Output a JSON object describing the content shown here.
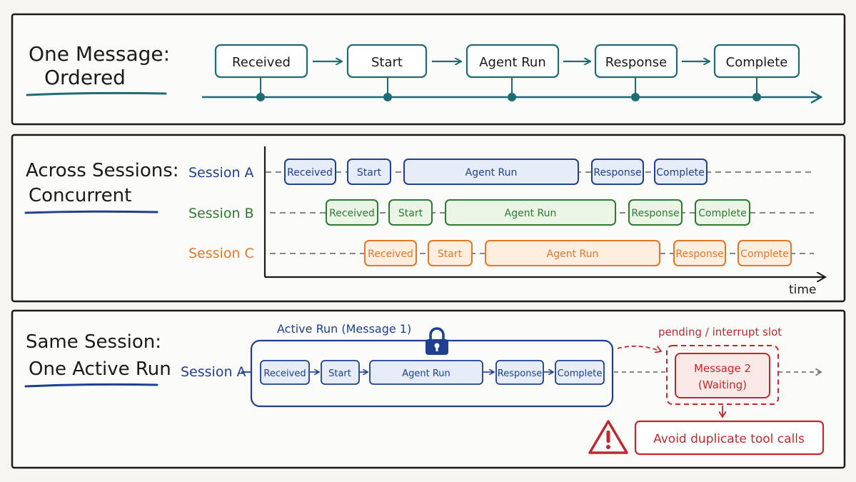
{
  "colors": {
    "teal": "#1d6b74",
    "blue": "#1f3f8f",
    "blue_fill": "#e6edf8",
    "green": "#2f7a32",
    "green_fill": "#eaf5e6",
    "orange": "#e2772a",
    "orange_fill": "#fdeee0",
    "red": "#c0282d",
    "red_fill": "#fbe9e7",
    "ink": "#1a1a1a",
    "grey": "#777777"
  },
  "panel1": {
    "title_line1": "One Message:",
    "title_line2": "Ordered",
    "steps": [
      "Received",
      "Start",
      "Agent Run",
      "Response",
      "Complete"
    ]
  },
  "panel2": {
    "title_line1": "Across Sessions:",
    "title_line2": "Concurrent",
    "time_label": "time",
    "sessions": [
      {
        "label": "Session A",
        "steps": [
          "Received",
          "Start",
          "Agent Run",
          "Response",
          "Complete"
        ]
      },
      {
        "label": "Session B",
        "steps": [
          "Received",
          "Start",
          "Agent Run",
          "Response",
          "Complete"
        ]
      },
      {
        "label": "Session C",
        "steps": [
          "Received",
          "Start",
          "Agent Run",
          "Response",
          "Complete"
        ]
      }
    ]
  },
  "panel3": {
    "title_line1": "Same Session:",
    "title_line2": "One Active Run",
    "session_label": "Session A",
    "active_run_label": "Active Run (Message 1)",
    "steps": [
      "Received",
      "Start",
      "Agent Run",
      "Response",
      "Complete"
    ],
    "pending_label": "pending / interrupt slot",
    "message2_line1": "Message 2",
    "message2_line2": "(Waiting)",
    "warning_text": "Avoid duplicate tool calls",
    "lock_icon": "lock-icon",
    "warning_icon": "warning-icon"
  }
}
